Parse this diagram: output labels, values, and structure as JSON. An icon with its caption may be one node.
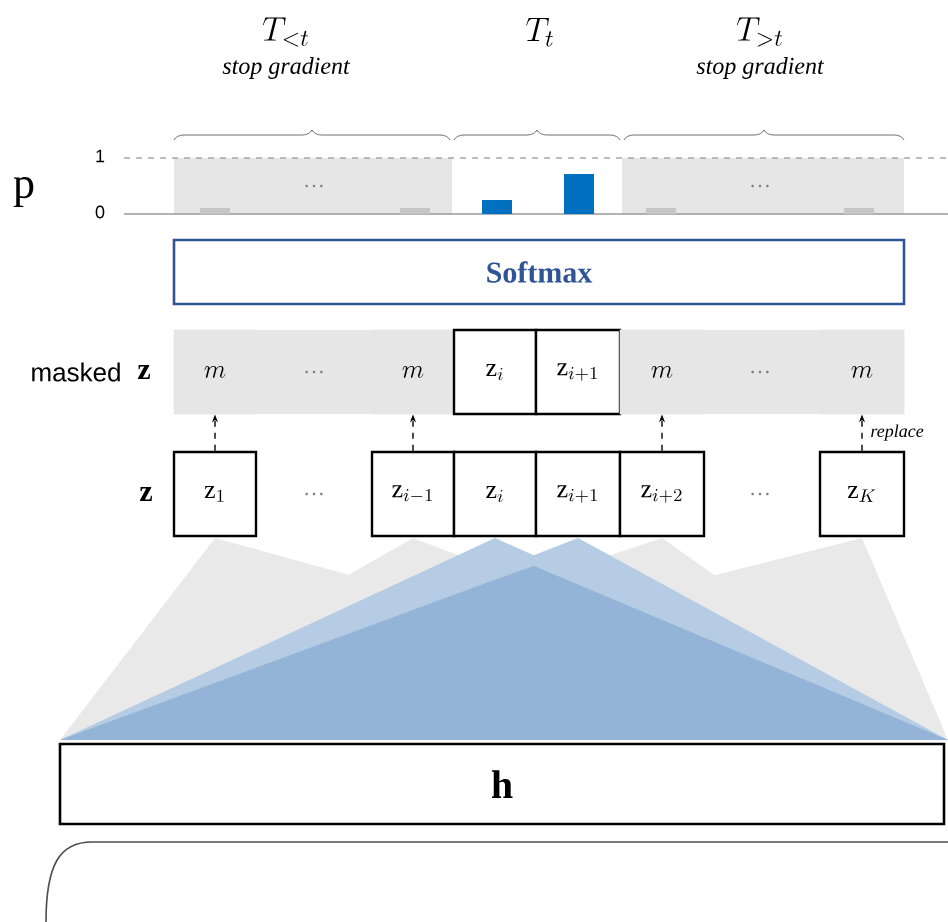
{
  "diagram": {
    "nodes": [
      {
        "text": [
          "Softmax"
        ]
      },
      {
        "text": [
          "m"
        ]
      },
      {
        "text": [
          "m"
        ]
      },
      {
        "text": [
          "\\mathrm{z}_i"
        ]
      },
      {
        "text": [
          "\\mathrm{z}_{i+1}"
        ]
      },
      {
        "text": [
          "m"
        ]
      },
      {
        "text": [
          "m"
        ]
      },
      {
        "text": [
          "\\mathrm{z}_1"
        ]
      },
      {
        "text": [
          "\\mathrm{z}_{i-1}"
        ]
      },
      {
        "text": [
          "\\mathrm{z}_i"
        ]
      },
      {
        "text": [
          "\\mathrm{z}_{i+1}"
        ]
      },
      {
        "text": [
          "\\mathrm{z}_{i+2}"
        ]
      },
      {
        "text": [
          "\\mathrm{z}_K"
        ]
      },
      {
        "text": [
          "\\mathbf{h}"
        ]
      }
    ],
    "edges": [
      {
        "from": 7,
        "to": 1,
        "arrow": "to",
        "style": "dashed"
      },
      {
        "from": 8,
        "to": 2,
        "arrow": "to",
        "style": "dashed"
      },
      {
        "from": 11,
        "to": 5,
        "arrow": "to",
        "style": "dashed"
      },
      {
        "from": 12,
        "to": 6,
        "arrow": "to",
        "style": "dashed",
        "label": "replace"
      }
    ],
    "labels": [
      "T_{<t}",
      "stop gradient",
      "T_t",
      "T_{>t}",
      "stop gradient",
      "p",
      "1",
      "0",
      "…",
      "…",
      "masked",
      "\\mathbf{z}",
      "…",
      "…",
      "\\mathbf{z}",
      "…",
      "…"
    ]
  }
}
